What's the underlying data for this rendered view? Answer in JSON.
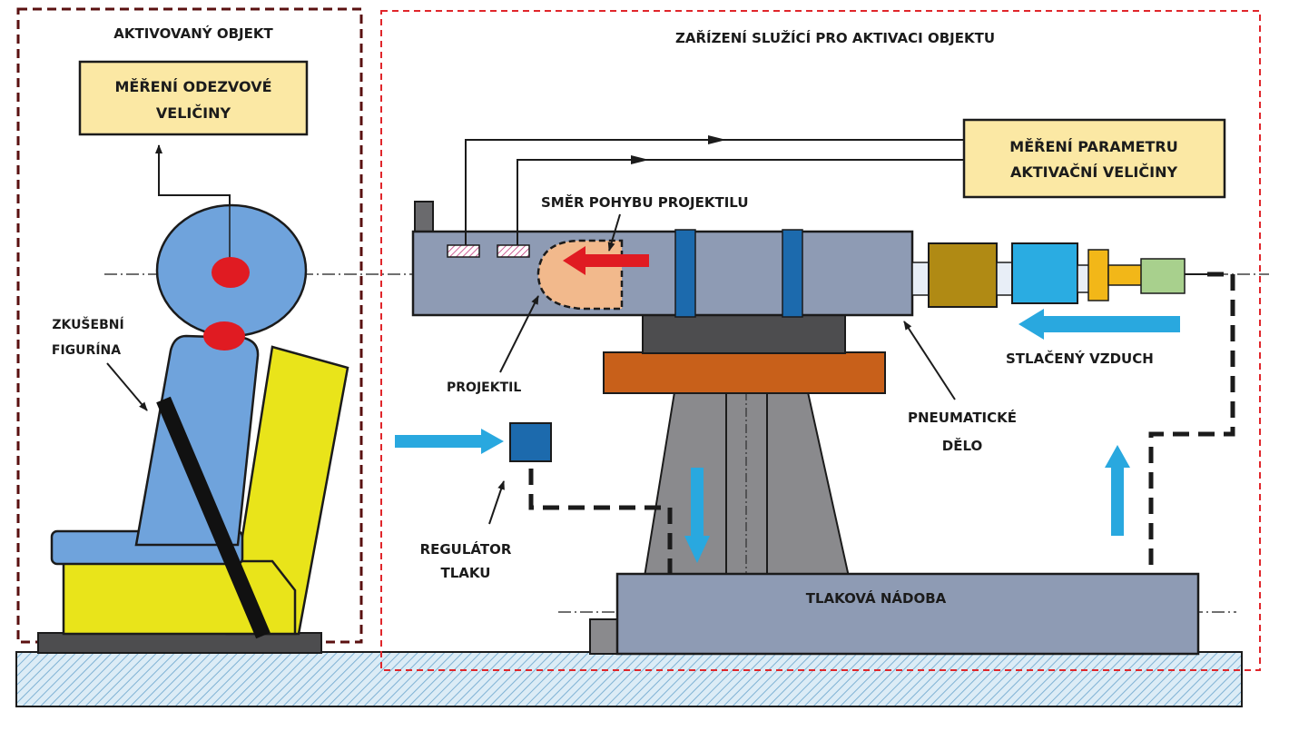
{
  "sections": {
    "activated_object": "AKTIVOVANÝ OBJEKT",
    "activation_device": "ZAŘÍZENÍ SLUŽÍCÍ PRO AKTIVACI OBJEKTU"
  },
  "boxes": {
    "response_measurement": [
      "MĚŘENÍ ODEZVOVÉ",
      "VELIČINY"
    ],
    "activation_parameter": [
      "MĚŘENÍ PARAMETRU",
      "AKTIVAČNÍ VELIČINY"
    ]
  },
  "labels": {
    "dummy": [
      "ZKUŠEBNÍ",
      "FIGURÍNA"
    ],
    "projectile_direction": "SMĚR POHYBU PROJEKTILU",
    "projectile": "PROJEKTIL",
    "pneumatic_cannon": [
      "PNEUMATICKÉ",
      "DĚLO"
    ],
    "compressed_air": "STLAČENÝ VZDUCH",
    "pressure_regulator": [
      "REGULÁTOR",
      "TLAKU"
    ],
    "pressure_vessel": "TLAKOVÁ NÁDOBA"
  },
  "colors": {
    "barrel": "#8e9bb4",
    "dummy": "#6fa3dc",
    "seat": "#e9e41a",
    "box_fill": "#fbe8a4",
    "accent_red": "#e01b22",
    "air_arrow": "#29a8df",
    "section_left_border": "#5a1010",
    "section_right_border": "#e0262b"
  }
}
